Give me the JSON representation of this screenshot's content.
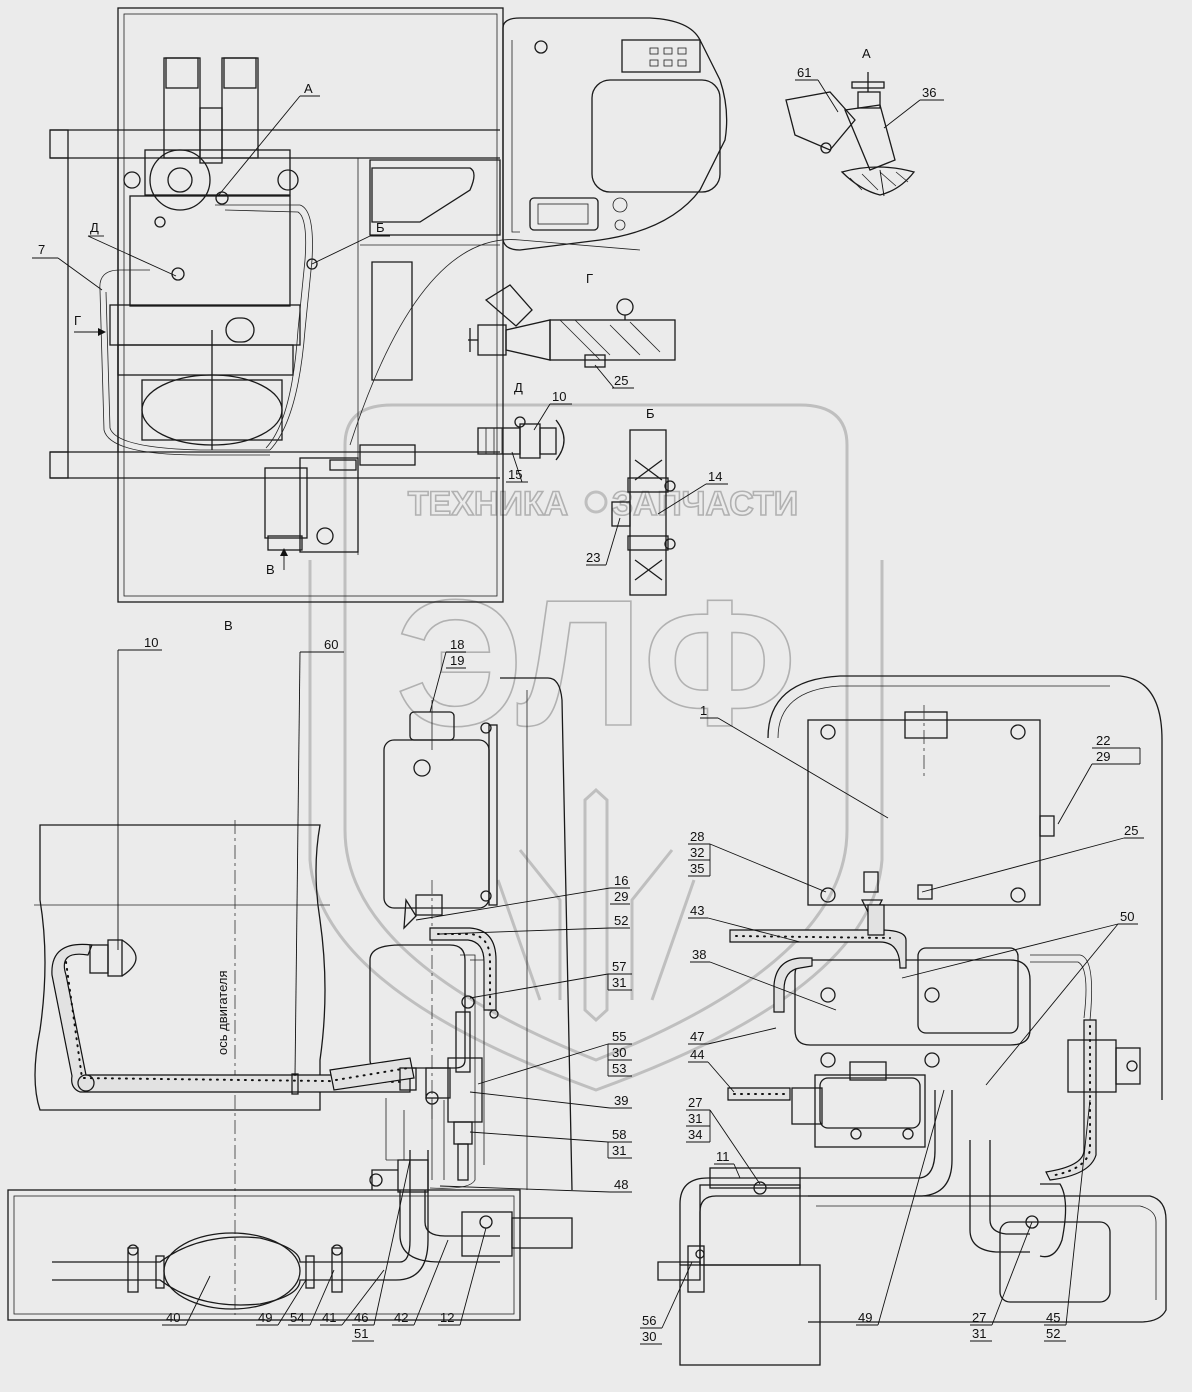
{
  "views": {
    "A": "А",
    "G": "Г",
    "D": "Д",
    "B": "Б",
    "V": "В",
    "arrow_G": "Г",
    "arrow_V": "В"
  },
  "axis_label": "ось двигателя",
  "watermark": {
    "logo": "ЭЛФ",
    "left": "ТЕХНИКА",
    "right": "ЗАПЧАСТИ"
  },
  "callouts": [
    "61",
    "36",
    "7",
    "25",
    "10",
    "15",
    "14",
    "23",
    "10",
    "60",
    "18",
    "19",
    "1",
    "22",
    "29",
    "25",
    "16",
    "29",
    "52",
    "28",
    "32",
    "35",
    "43",
    "50",
    "38",
    "57",
    "31",
    "55",
    "30",
    "53",
    "47",
    "44",
    "39",
    "27",
    "31",
    "34",
    "58",
    "31",
    "11",
    "48",
    "40",
    "49",
    "54",
    "41",
    "46",
    "51",
    "42",
    "12",
    "56",
    "30",
    "49",
    "27",
    "31",
    "45",
    "52"
  ]
}
